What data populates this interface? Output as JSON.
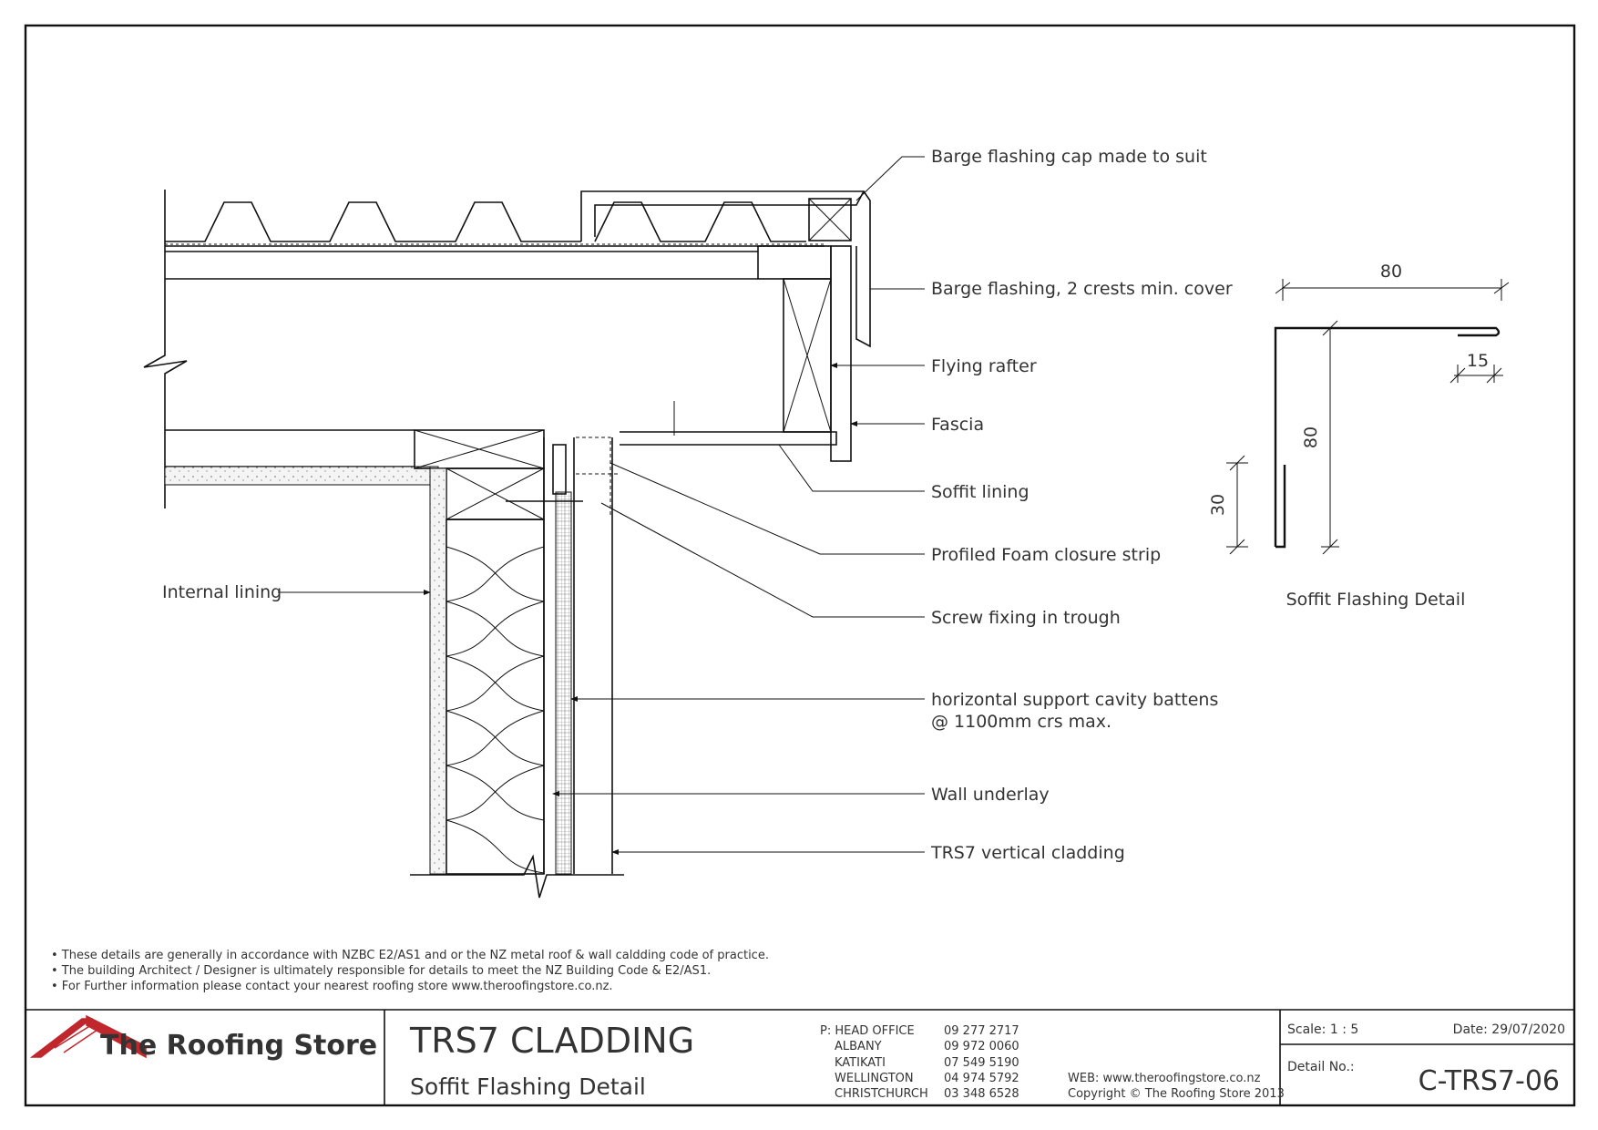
{
  "callouts": [
    {
      "id": "barge-cap",
      "text": "Barge flashing cap made to suit"
    },
    {
      "id": "barge-flashing",
      "text": "Barge flashing, 2 crests min. cover"
    },
    {
      "id": "flying-rafter",
      "text": "Flying rafter"
    },
    {
      "id": "fascia",
      "text": "Fascia"
    },
    {
      "id": "soffit-lining",
      "text": "Soffit lining"
    },
    {
      "id": "foam-strip",
      "text": "Profiled Foam closure strip"
    },
    {
      "id": "screw-fixing",
      "text": "Screw fixing in trough"
    },
    {
      "id": "battens-1",
      "text": "horizontal support cavity battens"
    },
    {
      "id": "battens-2",
      "text": "@ 1100mm crs max."
    },
    {
      "id": "wall-underlay",
      "text": "Wall underlay"
    },
    {
      "id": "cladding",
      "text": "TRS7 vertical cladding"
    },
    {
      "id": "internal-lining",
      "text": "Internal lining"
    }
  ],
  "detail": {
    "title": "Soffit Flashing Detail",
    "dim_top": "80",
    "dim_side": "80",
    "dim_lip": "15",
    "dim_drip": "30"
  },
  "notes": [
    "• These details are generally in accordance with NZBC E2/AS1 and or the NZ metal roof & wall caldding code of practice.",
    "• The building Architect / Designer is ultimately responsible for details to meet the NZ Building Code & E2/AS1.",
    "• For Further information please contact your nearest roofing store www.theroofingstore.co.nz."
  ],
  "title_block": {
    "brand": "The Roofing Store",
    "title": "TRS7 CLADDING",
    "subtitle": "Soffit Flashing Detail",
    "contacts": [
      {
        "place": "P: HEAD OFFICE",
        "phone": "09 277 2717"
      },
      {
        "place": "ALBANY",
        "phone": "09 972 0060"
      },
      {
        "place": "KATIKATI",
        "phone": "07 549 5190"
      },
      {
        "place": "WELLINGTON",
        "phone": "04 974 5792"
      },
      {
        "place": "CHRISTCHURCH",
        "phone": "03 348 6528"
      }
    ],
    "web": "WEB: www.theroofingstore.co.nz",
    "copyright": "Copyright © The Roofing Store 2013",
    "scale": "Scale: 1 : 5",
    "date": "Date: 29/07/2020",
    "detail_no_label": "Detail No.:",
    "detail_no": "C-TRS7-06"
  },
  "colors": {
    "logo_red": "#c0272d",
    "ink": "#111111"
  }
}
